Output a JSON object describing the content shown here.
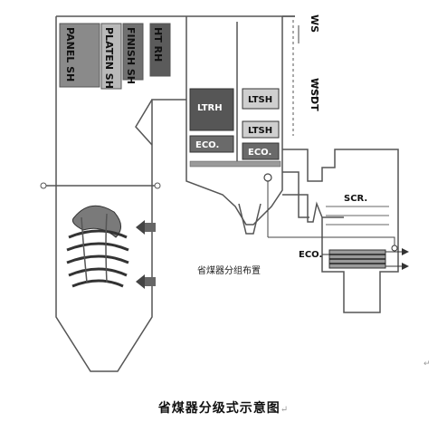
{
  "labels": {
    "panel_sh": "PANEL SH",
    "platen_sh": "PLATEN SH",
    "finish_sh": "FINISH SH",
    "ht_rh": "HT RH",
    "ltrh": "LTRH",
    "ltsh_upper": "LTSH",
    "ltsh_lower": "LTSH",
    "eco_left": "ECO.",
    "eco_right": "ECO.",
    "ws": "WS",
    "wsdt": "WSDT",
    "scr": "SCR.",
    "eco_bottom": "ECO.",
    "layout_note": "省煤器分组布置",
    "para_mark_1": "↵"
  },
  "caption": {
    "text": "省煤器分级式示意图",
    "mark": "↵"
  },
  "colors": {
    "line": "#555555",
    "panel_fill": "#8a8a8a",
    "platen_fill": "#b9b9b9",
    "finish_fill": "#707070",
    "htrh_fill": "#5b5b5b",
    "ltrh_fill": "#565656",
    "light_box": "#cfcfcf",
    "dark_box": "#6a6a6a"
  }
}
